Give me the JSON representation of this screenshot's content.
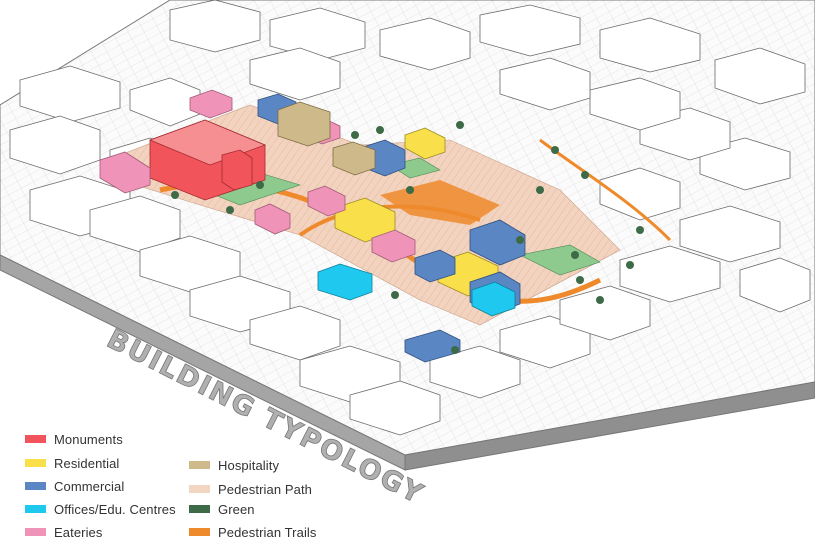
{
  "title": "BUILDING TYPOLOGY",
  "legend": [
    {
      "label": "Monuments",
      "color": "#f2545b"
    },
    {
      "label": "Residential",
      "color": "#f9e04b"
    },
    {
      "label": "Commercial",
      "color": "#5b86c4"
    },
    {
      "label": "Offices/Edu. Centres",
      "color": "#1ec8ef"
    },
    {
      "label": "Eateries",
      "color": "#ef93b8"
    },
    {
      "label": "Hospitality",
      "color": "#cdb98a"
    },
    {
      "label": "Pedestrian Path",
      "color": "#f2d6c2"
    },
    {
      "label": "Green",
      "color": "#3d6b47"
    },
    {
      "label": "Pedestrian Trails",
      "color": "#ef8a2c"
    }
  ],
  "colors": {
    "building": "#ffffff",
    "outline": "#6a6a6a",
    "base_side": "#9a9a9a",
    "title_fill": "#b0b0b0"
  }
}
